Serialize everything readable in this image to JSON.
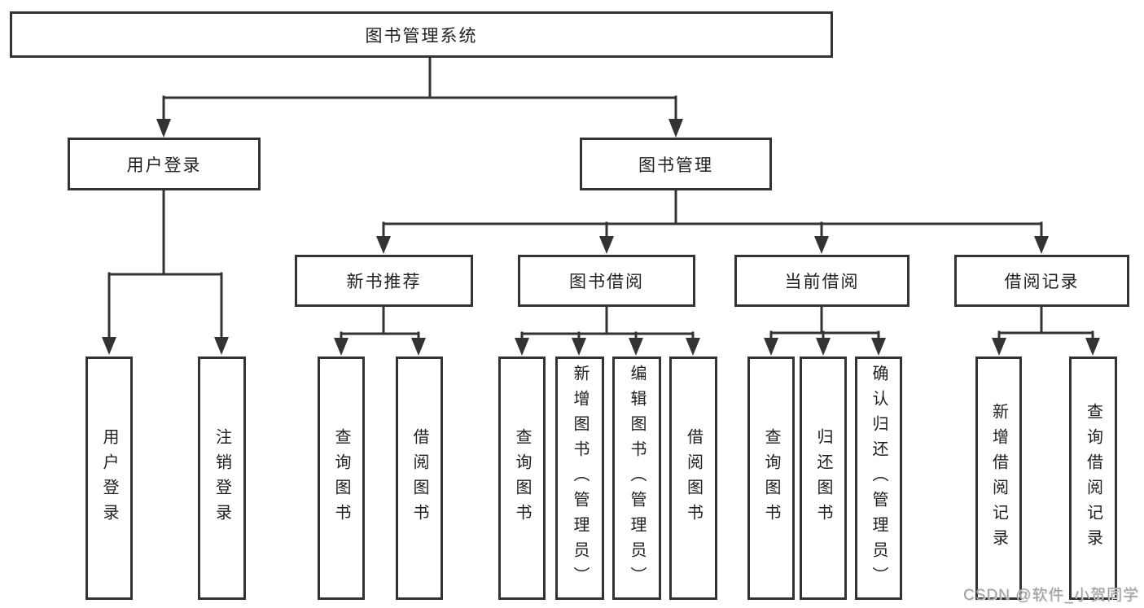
{
  "diagram_title": "图书管理系统",
  "colors": {
    "line": "#333333",
    "box_fill": "#ffffff",
    "text": "#1f1f1f",
    "watermark": "#9b9b9b"
  },
  "tree": {
    "root": {
      "label": "图书管理系统"
    },
    "branches": [
      {
        "label": "用户登录",
        "children": [
          {
            "label": "用户登录"
          },
          {
            "label": "注销登录"
          }
        ]
      },
      {
        "label": "图书管理",
        "groups": [
          {
            "label": "新书推荐",
            "children": [
              {
                "label": "查询图书"
              },
              {
                "label": "借阅图书"
              }
            ]
          },
          {
            "label": "图书借阅",
            "children": [
              {
                "label": "查询图书"
              },
              {
                "label": "新增图书（管理员）"
              },
              {
                "label": "编辑图书（管理员）"
              },
              {
                "label": "借阅图书"
              }
            ]
          },
          {
            "label": "当前借阅",
            "children": [
              {
                "label": "查询图书"
              },
              {
                "label": "归还图书"
              },
              {
                "label": "确认归还（管理员）"
              }
            ]
          },
          {
            "label": "借阅记录",
            "children": [
              {
                "label": "新增借阅记录"
              },
              {
                "label": "查询借阅记录"
              }
            ]
          }
        ]
      }
    ]
  },
  "watermark": {
    "text": "CSDN @软件_小贺同学"
  }
}
